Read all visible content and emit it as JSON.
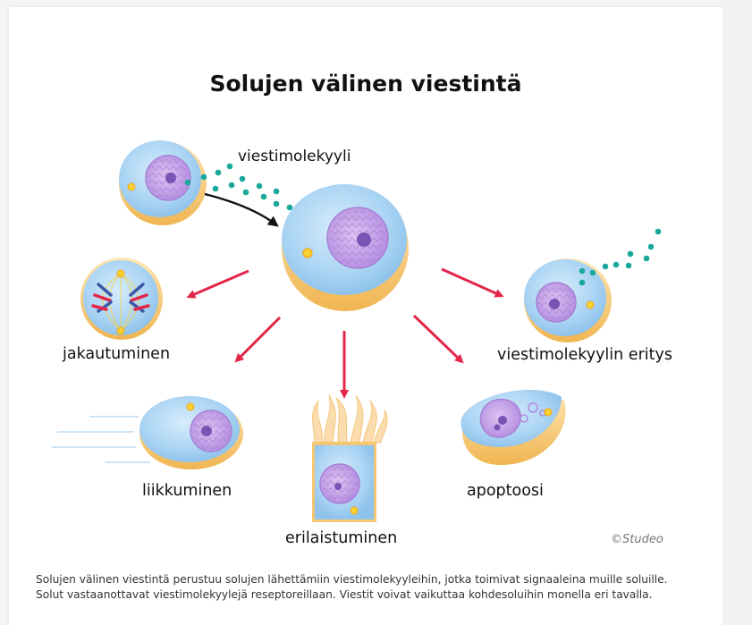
{
  "figure": {
    "title": "Solujen välinen viestintä",
    "labels": {
      "signal_molecule": "viestimolekyyli",
      "division": "jakautuminen",
      "secretion": "viestimolekyylin eritys",
      "movement": "liikkuminen",
      "differentiation": "erilaistuminen",
      "apoptosis": "apoptoosi"
    },
    "credit": "©Studeo"
  },
  "caption": "Solujen välinen viestintä perustuu solujen lähettämiin viestimolekyyleihin, jotka toimivat signaaleina muille soluille. Solut vastaanottavat viestimolekyylejä reseptoreillaan. Viestit voivat vaikuttaa kohdesoluihin monella eri tavalla.",
  "colors": {
    "arrow": "#e3264a",
    "cell_membrane": "#f5c96a",
    "cytoplasm": "#a9d3f3",
    "nucleus": "#c9a2e8",
    "chromatin": "#8060b8",
    "signal_dot": "#1aa89a",
    "centrosome": "#f7d12e"
  }
}
